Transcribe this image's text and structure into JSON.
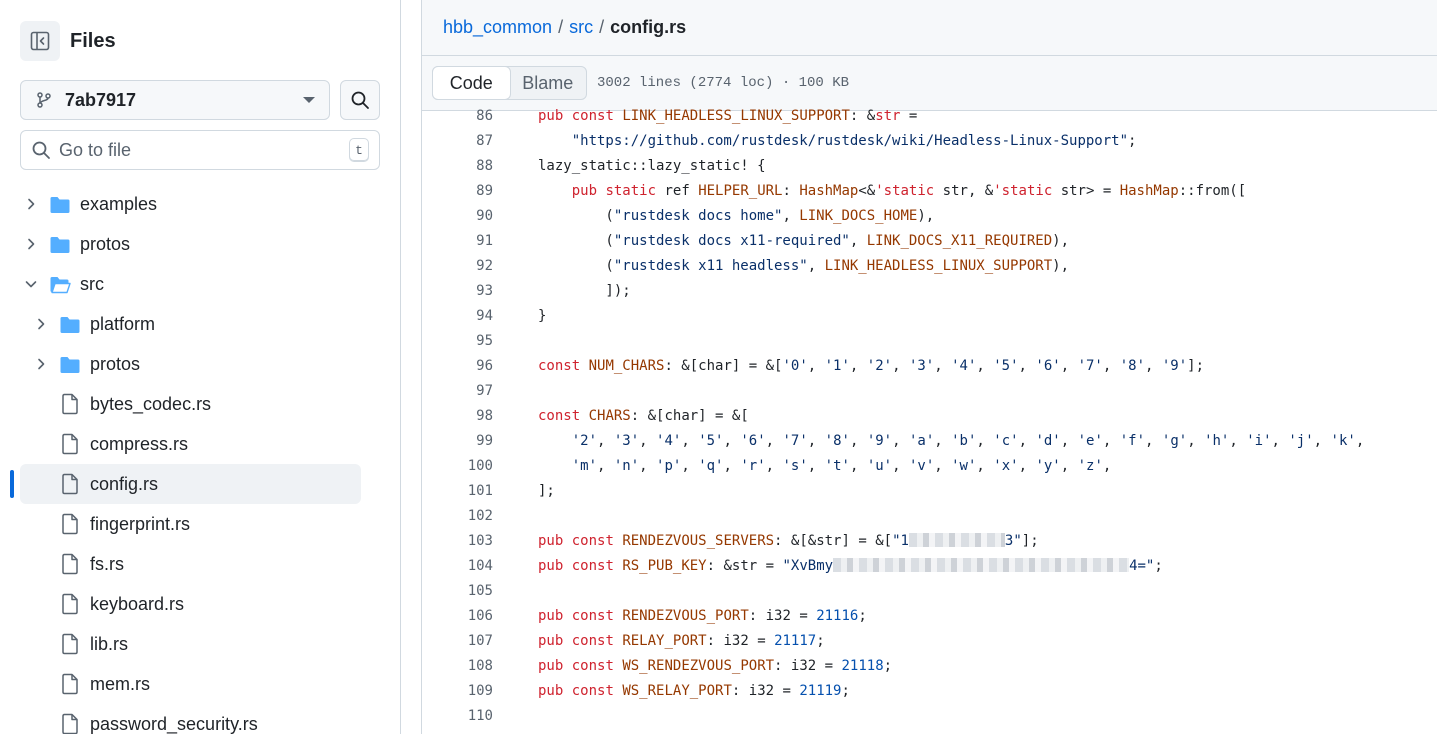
{
  "sidebar": {
    "title": "Files",
    "branch": "7ab7917",
    "goto_placeholder": "Go to file",
    "goto_shortcut": "t",
    "tree": [
      {
        "label": "examples",
        "type": "folder",
        "depth": 0,
        "expanded": false
      },
      {
        "label": "protos",
        "type": "folder",
        "depth": 0,
        "expanded": false
      },
      {
        "label": "src",
        "type": "folder",
        "depth": 0,
        "expanded": true
      },
      {
        "label": "platform",
        "type": "folder",
        "depth": 1,
        "expanded": false
      },
      {
        "label": "protos",
        "type": "folder",
        "depth": 1,
        "expanded": false
      },
      {
        "label": "bytes_codec.rs",
        "type": "file",
        "depth": 1
      },
      {
        "label": "compress.rs",
        "type": "file",
        "depth": 1
      },
      {
        "label": "config.rs",
        "type": "file",
        "depth": 1,
        "selected": true
      },
      {
        "label": "fingerprint.rs",
        "type": "file",
        "depth": 1
      },
      {
        "label": "fs.rs",
        "type": "file",
        "depth": 1
      },
      {
        "label": "keyboard.rs",
        "type": "file",
        "depth": 1
      },
      {
        "label": "lib.rs",
        "type": "file",
        "depth": 1
      },
      {
        "label": "mem.rs",
        "type": "file",
        "depth": 1
      },
      {
        "label": "password_security.rs",
        "type": "file",
        "depth": 1
      }
    ]
  },
  "breadcrumb": {
    "repo": "hbb_common",
    "dir": "src",
    "file": "config.rs",
    "sep": "/"
  },
  "filebar": {
    "code_tab": "Code",
    "blame_tab": "Blame",
    "info": "3002 lines (2774 loc) · 100 KB"
  },
  "code": {
    "lines": [
      {
        "n": "86",
        "html": "<span class='kw'>pub</span> <span class='kw'>const</span> <span class='ty'>LINK_HEADLESS_LINUX_SUPPORT</span>: &amp;<span class='kw'>str</span> ="
      },
      {
        "n": "87",
        "html": "    <span class='st'>\"https://github.com/rustdesk/rustdesk/wiki/Headless-Linux-Support\"</span>;"
      },
      {
        "n": "88",
        "html": "lazy_static::lazy_static! {"
      },
      {
        "n": "89",
        "html": "    <span class='kw'>pub</span> <span class='kw'>static</span> ref <span class='ty'>HELPER_URL</span>: <span class='ty'>HashMap</span>&lt;&amp;<span class='kw'>'static</span> str, &amp;<span class='kw'>'static</span> str&gt; = <span class='ty'>HashMap</span>::from(["
      },
      {
        "n": "90",
        "html": "        (<span class='st'>\"rustdesk docs home\"</span>, <span class='ty'>LINK_DOCS_HOME</span>),"
      },
      {
        "n": "91",
        "html": "        (<span class='st'>\"rustdesk docs x11-required\"</span>, <span class='ty'>LINK_DOCS_X11_REQUIRED</span>),"
      },
      {
        "n": "92",
        "html": "        (<span class='st'>\"rustdesk x11 headless\"</span>, <span class='ty'>LINK_HEADLESS_LINUX_SUPPORT</span>),"
      },
      {
        "n": "93",
        "html": "        ]);"
      },
      {
        "n": "94",
        "html": "}"
      },
      {
        "n": "95",
        "html": ""
      },
      {
        "n": "96",
        "html": "<span class='kw'>const</span> <span class='ty'>NUM_CHARS</span>: &amp;[char] = &amp;[<span class='st'>'0'</span>, <span class='st'>'1'</span>, <span class='st'>'2'</span>, <span class='st'>'3'</span>, <span class='st'>'4'</span>, <span class='st'>'5'</span>, <span class='st'>'6'</span>, <span class='st'>'7'</span>, <span class='st'>'8'</span>, <span class='st'>'9'</span>];"
      },
      {
        "n": "97",
        "html": ""
      },
      {
        "n": "98",
        "html": "<span class='kw'>const</span> <span class='ty'>CHARS</span>: &amp;[char] = &amp;["
      },
      {
        "n": "99",
        "html": "    <span class='st'>'2'</span>, <span class='st'>'3'</span>, <span class='st'>'4'</span>, <span class='st'>'5'</span>, <span class='st'>'6'</span>, <span class='st'>'7'</span>, <span class='st'>'8'</span>, <span class='st'>'9'</span>, <span class='st'>'a'</span>, <span class='st'>'b'</span>, <span class='st'>'c'</span>, <span class='st'>'d'</span>, <span class='st'>'e'</span>, <span class='st'>'f'</span>, <span class='st'>'g'</span>, <span class='st'>'h'</span>, <span class='st'>'i'</span>, <span class='st'>'j'</span>, <span class='st'>'k'</span>,"
      },
      {
        "n": "100",
        "html": "    <span class='st'>'m'</span>, <span class='st'>'n'</span>, <span class='st'>'p'</span>, <span class='st'>'q'</span>, <span class='st'>'r'</span>, <span class='st'>'s'</span>, <span class='st'>'t'</span>, <span class='st'>'u'</span>, <span class='st'>'v'</span>, <span class='st'>'w'</span>, <span class='st'>'x'</span>, <span class='st'>'y'</span>, <span class='st'>'z'</span>,"
      },
      {
        "n": "101",
        "html": "];"
      },
      {
        "n": "102",
        "html": ""
      },
      {
        "n": "103",
        "html": "<span class='kw'>pub</span> <span class='kw'>const</span> <span class='ty'>RENDEZVOUS_SERVERS</span>: &amp;[&amp;str] = &amp;[<span class='st'>\"1<span class='blur' style='width:96px'></span>3\"</span>];"
      },
      {
        "n": "104",
        "html": "<span class='kw'>pub</span> <span class='kw'>const</span> <span class='ty'>RS_PUB_KEY</span>: &amp;str = <span class='st'>\"XvBmy<span class='blur' style='width:296px'></span>4=\"</span>;"
      },
      {
        "n": "105",
        "html": ""
      },
      {
        "n": "106",
        "html": "<span class='kw'>pub</span> <span class='kw'>const</span> <span class='ty'>RENDEZVOUS_PORT</span>: i32 = <span class='nu'>21116</span>;"
      },
      {
        "n": "107",
        "html": "<span class='kw'>pub</span> <span class='kw'>const</span> <span class='ty'>RELAY_PORT</span>: i32 = <span class='nu'>21117</span>;"
      },
      {
        "n": "108",
        "html": "<span class='kw'>pub</span> <span class='kw'>const</span> <span class='ty'>WS_RENDEZVOUS_PORT</span>: i32 = <span class='nu'>21118</span>;"
      },
      {
        "n": "109",
        "html": "<span class='kw'>pub</span> <span class='kw'>const</span> <span class='ty'>WS_RELAY_PORT</span>: i32 = <span class='nu'>21119</span>;"
      },
      {
        "n": "110",
        "html": ""
      }
    ]
  },
  "colors": {
    "accent": "#0969da",
    "keyword": "#cf222e",
    "type": "#953800",
    "string": "#0a3069",
    "number": "#0550ae",
    "folder": "#54aeff"
  }
}
